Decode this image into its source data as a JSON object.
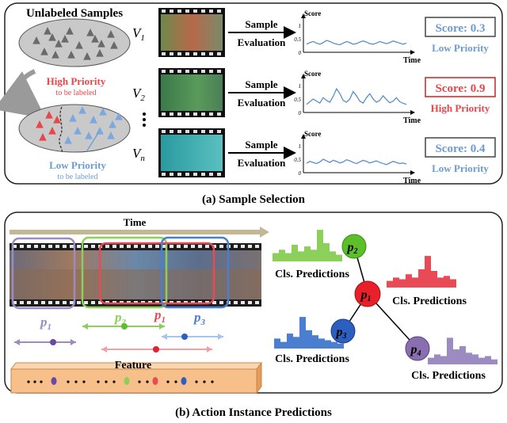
{
  "panel_a": {
    "caption": "(a) Sample Selection",
    "unlabeled_title": "Unlabeled Samples",
    "high_priority_label": "High Priority",
    "high_priority_sub": "to be labeled",
    "low_priority_label": "Low Priority",
    "low_priority_sub": "to be labeled",
    "rows": [
      {
        "video": "V1",
        "video_base": "V",
        "video_sub": "1",
        "arrow_top": "Sample",
        "arrow_bottom": "Evaluation",
        "score_axis": "Score",
        "time_axis": "Time",
        "ticks": [
          "1",
          "0.5",
          "0"
        ],
        "score_text": "Score: 0.3",
        "priority_text": "Low Priority",
        "tone": "low",
        "curve": [
          0.3,
          0.36,
          0.4,
          0.34,
          0.3,
          0.36,
          0.44,
          0.4,
          0.34,
          0.3,
          0.28,
          0.34,
          0.4,
          0.36,
          0.3,
          0.32,
          0.38,
          0.42,
          0.38,
          0.32,
          0.3,
          0.34,
          0.4,
          0.36,
          0.32,
          0.36,
          0.42,
          0.38,
          0.34,
          0.3,
          0.34
        ]
      },
      {
        "video": "V2",
        "video_base": "V",
        "video_sub": "2",
        "arrow_top": "Sample",
        "arrow_bottom": "Evaluation",
        "score_axis": "Score",
        "time_axis": "Time",
        "ticks": [
          "1",
          "0.5",
          "0"
        ],
        "score_text": "Score: 0.9",
        "priority_text": "High Priority",
        "tone": "high",
        "curve": [
          0.3,
          0.4,
          0.5,
          0.42,
          0.35,
          0.55,
          0.45,
          0.38,
          0.6,
          0.88,
          0.7,
          0.45,
          0.38,
          0.5,
          0.78,
          0.62,
          0.42,
          0.35,
          0.55,
          0.7,
          0.5,
          0.38,
          0.45,
          0.62,
          0.48,
          0.36,
          0.42,
          0.55,
          0.4,
          0.34,
          0.3
        ]
      },
      {
        "video": "Vn",
        "video_base": "V",
        "video_sub": "n",
        "arrow_top": "Sample",
        "arrow_bottom": "Evaluation",
        "score_axis": "Score",
        "time_axis": "Time",
        "ticks": [
          "1",
          "0.5",
          "0"
        ],
        "score_text": "Score: 0.4",
        "priority_text": "Low Priority",
        "tone": "low",
        "curve": [
          0.35,
          0.42,
          0.38,
          0.34,
          0.4,
          0.5,
          0.44,
          0.38,
          0.46,
          0.42,
          0.36,
          0.4,
          0.48,
          0.44,
          0.38,
          0.34,
          0.4,
          0.46,
          0.42,
          0.36,
          0.4,
          0.44,
          0.38,
          0.34,
          0.3,
          0.36,
          0.42,
          0.38,
          0.34,
          0.36,
          0.32
        ]
      }
    ]
  },
  "panel_b": {
    "caption": "(b) Action Instance Predictions",
    "time_label": "Time",
    "feature_label": "Feature",
    "proposal_labels": [
      {
        "base": "p",
        "sub": "1",
        "tone": "purple"
      },
      {
        "base": "p",
        "sub": "2",
        "tone": "green"
      },
      {
        "base": "p",
        "sub": "1",
        "tone": "red"
      },
      {
        "base": "p",
        "sub": "3",
        "tone": "blue"
      }
    ],
    "nodes": [
      {
        "base": "p",
        "sub": "1"
      },
      {
        "base": "p",
        "sub": "2"
      },
      {
        "base": "p",
        "sub": "3"
      },
      {
        "base": "p",
        "sub": "4"
      }
    ],
    "histograms": [
      {
        "label": "Cls. Predictions",
        "tone": "green",
        "values": [
          0.25,
          0.35,
          0.25,
          0.5,
          0.3,
          0.45,
          0.35,
          0.95,
          0.55,
          0.3,
          0.2
        ]
      },
      {
        "label": "Cls. Predictions",
        "tone": "red",
        "values": [
          0.2,
          0.3,
          0.25,
          0.4,
          0.3,
          0.55,
          0.95,
          0.5,
          0.3,
          0.35,
          0.25
        ]
      },
      {
        "label": "Cls. Predictions",
        "tone": "blue",
        "values": [
          0.3,
          0.2,
          0.45,
          0.35,
          0.95,
          0.55,
          0.4,
          0.3,
          0.25,
          0.2,
          0.15
        ]
      },
      {
        "label": "Cls. Predictions",
        "tone": "purple",
        "values": [
          0.2,
          0.3,
          0.25,
          0.8,
          0.45,
          0.55,
          0.35,
          0.3,
          0.2,
          0.25,
          0.15
        ]
      }
    ],
    "colors": {
      "green": "#8ccf5a",
      "red": "#e84b55",
      "blue": "#4a7fd0",
      "purple": "#9b8bc0",
      "feature_fill": "#f7c08a",
      "time_arrow": "#c2b895",
      "node_green": "#5cbf2a",
      "node_red": "#e8202a",
      "node_blue": "#2c5fbf",
      "node_purple": "#8a6fb0"
    }
  },
  "colors": {
    "high": "#e8474a",
    "low": "#6c9bd4",
    "ellipse": "#c9c9c9",
    "triangle_gray": "#6a6a6a",
    "triangle_red": "#e8474a",
    "triangle_blue": "#7aa8e0",
    "curve": "#5a8ec7"
  }
}
